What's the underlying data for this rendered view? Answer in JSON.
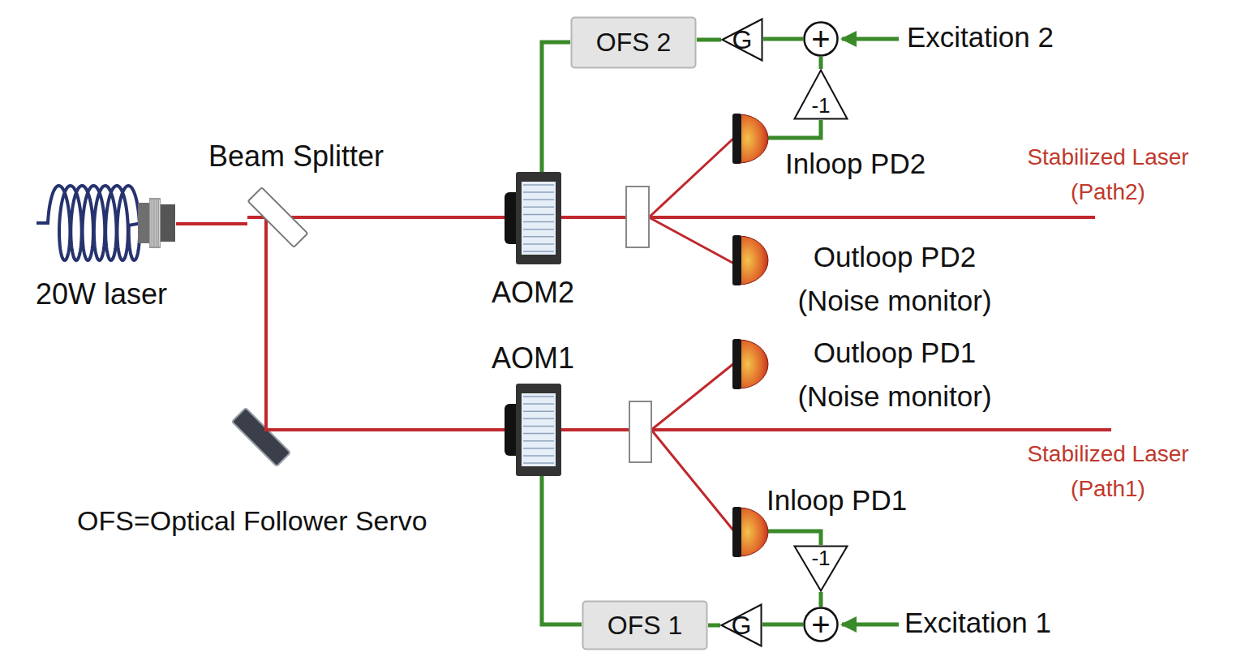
{
  "diagram": {
    "nodes": [
      {
        "text": [
          "OFS 2"
        ]
      },
      {
        "text": [
          "G"
        ]
      },
      {
        "text": [
          "+"
        ]
      },
      {
        "text": [
          "-1"
        ]
      },
      {
        "text": [
          "Inloop PD2"
        ]
      },
      {
        "text": [
          "Outloop PD2 (Noise monitor)"
        ]
      },
      {
        "text": [
          "AOM2"
        ]
      },
      {
        "text": [
          "AOM1"
        ]
      },
      {
        "text": [
          "Outloop PD1 (Noise monitor)"
        ]
      },
      {
        "text": [
          "Inloop PD1"
        ]
      },
      {
        "text": [
          "-1"
        ]
      },
      {
        "text": [
          "+"
        ]
      },
      {
        "text": [
          "G"
        ]
      },
      {
        "text": [
          "OFS 1"
        ]
      },
      {
        "text": [
          "20W laser"
        ]
      },
      {
        "text": [
          "Beam Splitter"
        ]
      }
    ],
    "edges": [
      {
        "from": 0,
        "to": 6,
        "arrow": "none"
      },
      {
        "from": 1,
        "to": 0,
        "arrow": "none"
      },
      {
        "from": 2,
        "to": 1,
        "arrow": "none"
      },
      {
        "from": 3,
        "to": 2,
        "arrow": "none"
      },
      {
        "from": 4,
        "to": 3,
        "arrow": "none"
      },
      {
        "from": 9,
        "to": 10,
        "arrow": "none"
      },
      {
        "from": 10,
        "to": 11,
        "arrow": "none"
      },
      {
        "from": 11,
        "to": 12,
        "arrow": "none"
      },
      {
        "from": 12,
        "to": 13,
        "arrow": "none"
      },
      {
        "from": 13,
        "to": 7,
        "arrow": "none"
      },
      {
        "from": 14,
        "to": 15,
        "arrow": "none"
      },
      {
        "from": 15,
        "to": 6,
        "arrow": "none"
      },
      {
        "from": 15,
        "to": 7,
        "arrow": "none"
      }
    ],
    "labels": [
      "Excitation 2",
      "Stabilized Laser (Path2)",
      "Stabilized Laser (Path1)",
      "OFS=Optical Follower Servo",
      "Excitation 1"
    ]
  }
}
